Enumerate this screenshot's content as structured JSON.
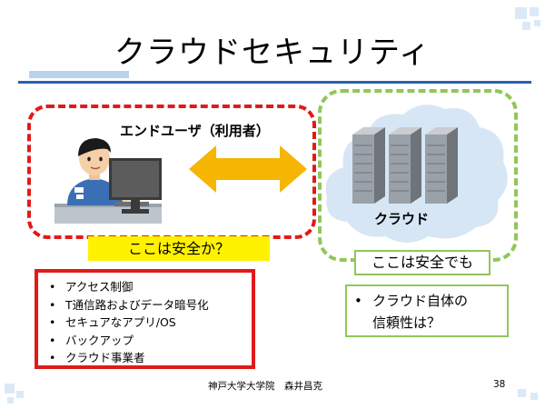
{
  "slide": {
    "title": "クラウドセキュリティ",
    "enduser_label": "エンドユーザ（利用者）",
    "cloud_label": "クラウド",
    "question": "ここは安全か？",
    "cloud_safe": "ここは安全でも",
    "measures": [
      "アクセス制御",
      "T通信路およびデータ暗号化",
      "セキュアなアプリ/OS",
      "バックアップ",
      "クラウド事業者"
    ],
    "trust_bullet": "•",
    "trust_line1": "クラウド自体の",
    "trust_line2": "信頼性は？",
    "footer": "神戸大学大学院　森井昌克",
    "page_number": "38"
  },
  "colors": {
    "title_rule": "#2d5fb0",
    "title_accent": "#b9d3ee",
    "enduser_border": "#e01a1a",
    "cloud_border": "#92c65a",
    "question_bg": "#fff200",
    "arrow": "#f5b500",
    "cloud_fill": "#d6e6f5"
  },
  "icons": {
    "user": "person-at-computer-icon",
    "exchange": "double-arrow-icon",
    "cloud": "cloud-with-servers-icon"
  }
}
